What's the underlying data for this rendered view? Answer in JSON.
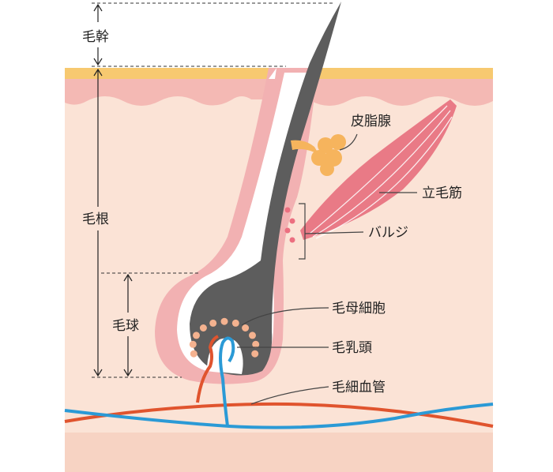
{
  "labels": {
    "hair_shaft": "毛幹",
    "hair_root": "毛根",
    "hair_bulb": "毛球",
    "sebaceous_gland": "皮脂腺",
    "arrector_pili": "立毛筋",
    "bulge": "バルジ",
    "matrix_cells": "毛母細胞",
    "dermal_papilla": "毛乳頭",
    "capillaries": "毛細血管"
  },
  "colors": {
    "stratum_corneum": "#f7c970",
    "epidermis": "#f4b9b4",
    "dermis": "#fbe3d6",
    "subcutis": "#f7d3c3",
    "follicle_sheath": "#f2b1b2",
    "hair": "#5d5d5d",
    "sebaceous": "#f6b45d",
    "muscle": "#e97a86",
    "matrix_dots": "#f4b28f",
    "bulge_dots": "#ec6f80",
    "artery": "#e0542e",
    "vein": "#2b9ad6"
  }
}
